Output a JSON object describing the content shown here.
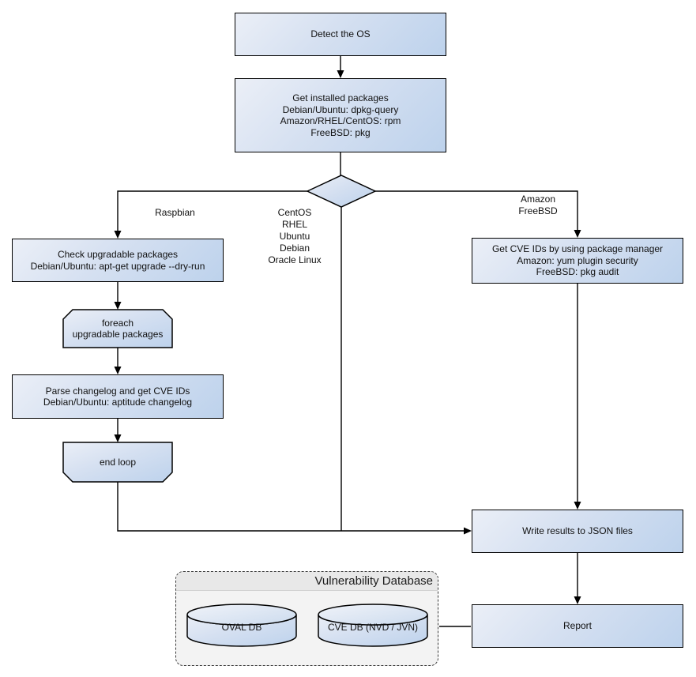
{
  "diagram": {
    "type": "flowchart",
    "nodes": {
      "detect_os": "Detect the OS",
      "get_installed_packages": "Get installed packages\nDebian/Ubuntu: dpkg-query\nAmazon/RHEL/CentOS: rpm\nFreeBSD: pkg",
      "check_upgradable": "Check upgradable packages\nDebian/Ubuntu: apt-get upgrade --dry-run",
      "foreach_loop": "foreach\nupgradable packages",
      "parse_changelog": "Parse changelog and get CVE IDs\nDebian/Ubuntu: aptitude changelog",
      "end_loop": "end loop",
      "get_cve_ids": "Get CVE IDs by using package manager\nAmazon: yum plugin security\nFreeBSD: pkg audit",
      "write_results": "Write results to JSON files",
      "report": "Report"
    },
    "edge_labels": {
      "left_branch": "Raspbian",
      "middle_branch": "CentOS\nRHEL\nUbuntu\nDebian\nOracle Linux",
      "right_branch": "Amazon\nFreeBSD"
    },
    "database": {
      "title": "Vulnerability Database",
      "cylinders": [
        {
          "label": "OVAL DB"
        },
        {
          "label": "CVE DB (NVD / JVN)"
        }
      ]
    },
    "colors": {
      "node_fill_light": "#ebeff7",
      "node_fill_dark": "#bdd2ec",
      "node_border": "#000000",
      "connector": "#000000",
      "container_fill": "#f3f3f3",
      "container_header": "#e8e8e8",
      "text": "#111111",
      "background": "#ffffff"
    }
  }
}
